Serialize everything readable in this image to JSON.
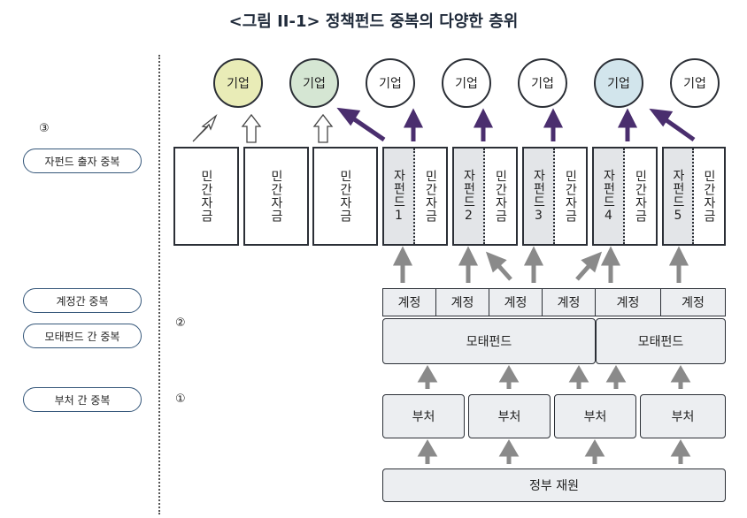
{
  "title": "<그림 II-1> 정책펀드 중복의 다양한 층위",
  "levels": {
    "l3": {
      "mark": "③",
      "label": "자펀드 출자 중복"
    },
    "l2": {
      "mark": "②",
      "label_account": "계정간 중복",
      "label_mother": "모태펀드 간 중복"
    },
    "l1": {
      "mark": "①",
      "label": "부처 간 중복"
    }
  },
  "companies": [
    "기업",
    "기업",
    "기업",
    "기업",
    "기업",
    "기업",
    "기업"
  ],
  "company_colors": [
    "#e9ecb7",
    "#d5e6d3",
    "#ffffff",
    "#ffffff",
    "#ffffff",
    "#d2e5ec",
    "#ffffff"
  ],
  "private_fund_label": "민간자금",
  "subfunds": [
    {
      "left": "자펀드1",
      "right": "민간자금"
    },
    {
      "left": "자펀드2",
      "right": "민간자금"
    },
    {
      "left": "자펀드3",
      "right": "민간자금"
    },
    {
      "left": "자펀드4",
      "right": "민간자금"
    },
    {
      "left": "자펀드5",
      "right": "민간자금"
    }
  ],
  "accounts": [
    "계정",
    "계정",
    "계정",
    "계정",
    "계정",
    "계정"
  ],
  "mother_funds": [
    "모태펀드",
    "모태펀드"
  ],
  "ministries": [
    "부처",
    "부처",
    "부처",
    "부처"
  ],
  "gov_fiscal": "정부 재원",
  "colors": {
    "dark_arrow": "#4a2e6e",
    "gray_arrow": "#8a8a8a",
    "pill_border": "#35577a"
  }
}
